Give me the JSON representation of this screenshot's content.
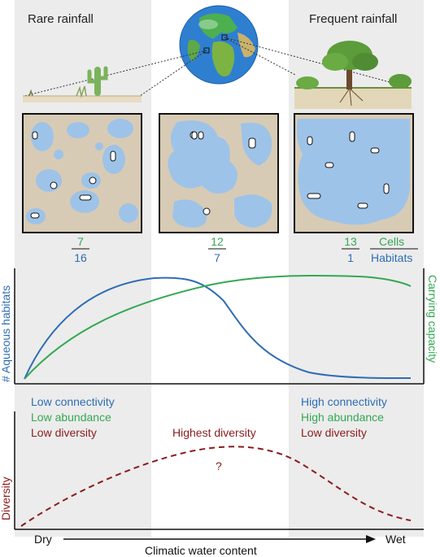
{
  "header": {
    "left_title": "Rare rainfall",
    "right_title": "Frequent rainfall"
  },
  "ratios": {
    "dry": {
      "cells": "7",
      "habitats": "16"
    },
    "mid": {
      "cells": "12",
      "habitats": "7"
    },
    "wet": {
      "cells": "13",
      "habitats": "1"
    },
    "legend_cells": "Cells",
    "legend_habitats": "Habitats"
  },
  "curves_panel": {
    "ylabel_left": "# Aqueous habitats",
    "ylabel_right": "Carrying capacity"
  },
  "annotations": {
    "dry": [
      "Low connectivity",
      "Low abundance",
      "Low diversity"
    ],
    "mid": "Highest diversity",
    "wet": [
      "High connectivity",
      "High abundance",
      "Low diversity"
    ],
    "question": "?"
  },
  "diversity_panel": {
    "ylabel": "Diversity"
  },
  "x_axis": {
    "dry": "Dry",
    "wet": "Wet",
    "label": "Climatic water content"
  },
  "colors": {
    "habitats": "#2e6db5",
    "carrying_capacity": "#34a853",
    "diversity": "#8a1c1c",
    "band": "#ececec",
    "water": "#9ec3e8",
    "soil": "#d8cbb5"
  }
}
